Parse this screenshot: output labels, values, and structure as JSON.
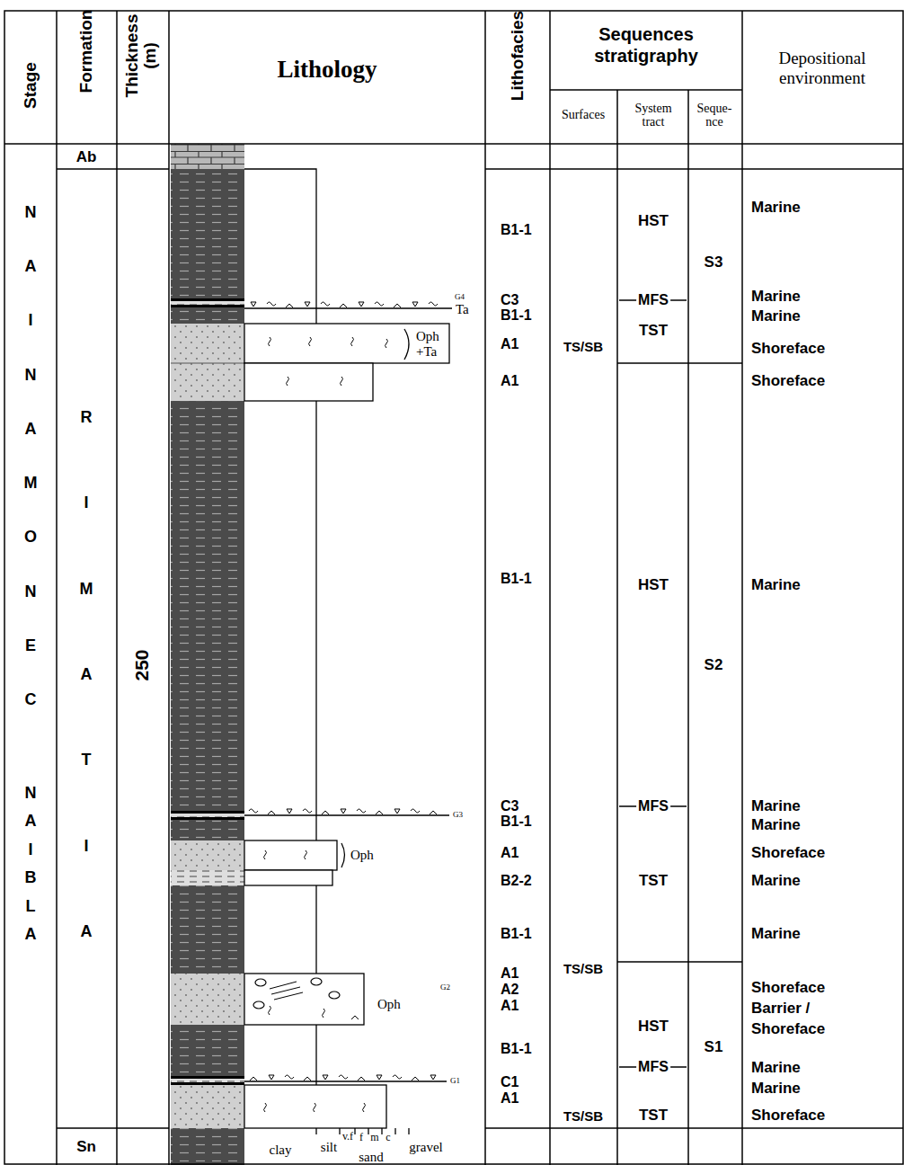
{
  "diagram": {
    "labels": [
      "Stage",
      "Formation",
      "Thickness (m)",
      "Lithology",
      "Lithofacies",
      "Sequences stratigraphy",
      "Surfaces",
      "System tract",
      "Seque- nce",
      "Depositional environment",
      "Ab",
      "CENOMANIAN",
      "ALBIAN",
      "AITAMIR",
      "250",
      "Sn",
      "clay",
      "silt",
      "v.f",
      "f",
      "m",
      "c",
      "sand",
      "gravel",
      "G4",
      "Ta",
      "Oph +Ta",
      "G3",
      "Oph",
      "G2",
      "Oph",
      "G1",
      "B1-1",
      "C3",
      "B1-1",
      "A1",
      "A1",
      "B1-1",
      "C3",
      "B1-1",
      "A1",
      "B2-2",
      "B1-1",
      "A1",
      "A2",
      "A1",
      "B1-1",
      "C1",
      "A1",
      "TS/SB",
      "TS/SB",
      "TS/SB",
      "HST",
      "MFS",
      "TST",
      "HST",
      "MFS",
      "TST",
      "HST",
      "MFS",
      "TST",
      "S3",
      "S2",
      "S1",
      "Marine",
      "Marine",
      "Marine",
      "Shoreface",
      "Shoreface",
      "Marine",
      "Marine",
      "Marine",
      "Shoreface",
      "Marine",
      "Marine",
      "Shoreface",
      "Barrier /",
      "Shoreface",
      "Marine",
      "Marine",
      "Shoreface"
    ]
  }
}
